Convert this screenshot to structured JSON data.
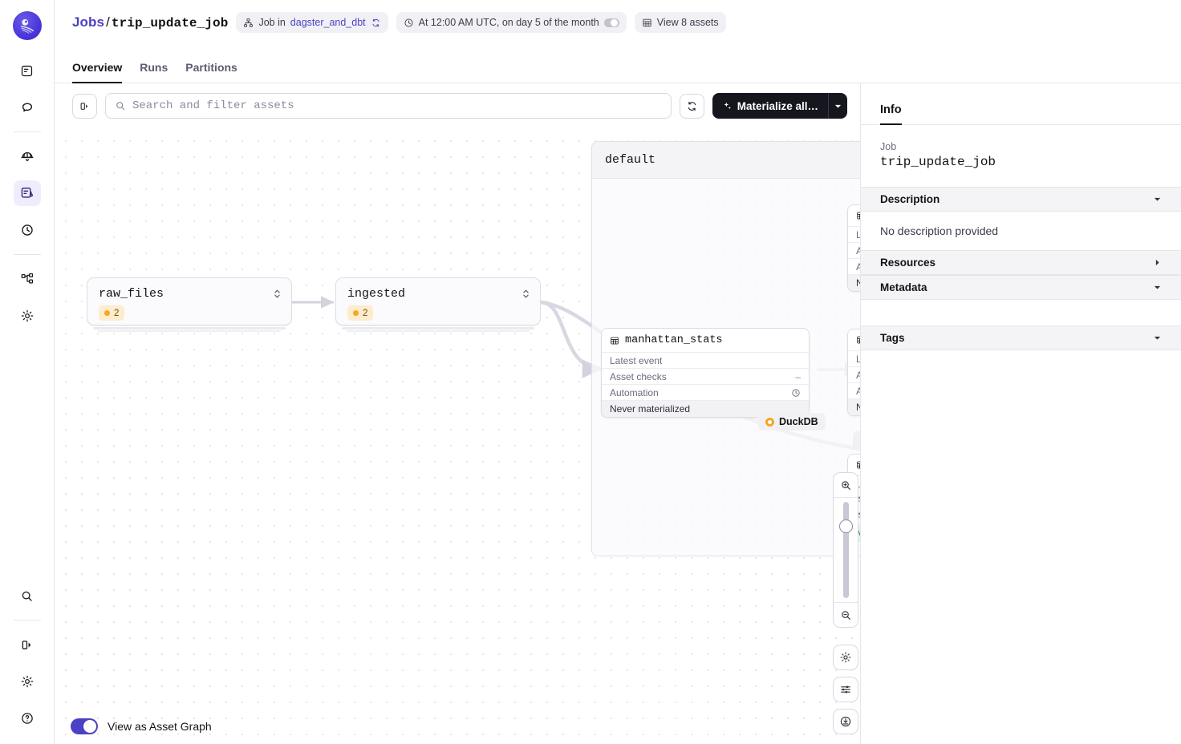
{
  "rail": {
    "logo": "dagster-logo",
    "items": [
      {
        "name": "overview-icon",
        "glyph": "doc"
      },
      {
        "name": "chat-icon",
        "glyph": "chat"
      },
      {
        "name": "deployment-icon",
        "glyph": "globe"
      },
      {
        "name": "jobs-icon",
        "glyph": "job",
        "active": true
      },
      {
        "name": "runs-icon",
        "glyph": "clock"
      },
      {
        "name": "automation-icon",
        "glyph": "graph"
      },
      {
        "name": "settings-icon",
        "glyph": "gear"
      }
    ],
    "bottom": [
      {
        "name": "search-icon",
        "glyph": "search"
      },
      {
        "name": "collapse-sidebar-icon",
        "glyph": "panel"
      },
      {
        "name": "user-settings-icon",
        "glyph": "gear"
      },
      {
        "name": "help-icon",
        "glyph": "help"
      }
    ]
  },
  "header": {
    "breadcrumb_root": "Jobs",
    "breadcrumb_sep": "/",
    "breadcrumb_current": "trip_update_job",
    "chips": [
      {
        "icon": "repository-icon",
        "prefix": "Job in",
        "link": "dagster_and_dbt",
        "trailing_icon": "reload-icon"
      },
      {
        "icon": "clock-icon",
        "label": "At 12:00 AM UTC, on day 5 of the month",
        "toggle": "off"
      },
      {
        "icon": "table-icon",
        "label": "View 8 assets"
      }
    ]
  },
  "tabs": [
    {
      "label": "Overview",
      "active": true
    },
    {
      "label": "Runs",
      "active": false
    },
    {
      "label": "Partitions",
      "active": false
    }
  ],
  "toolbar": {
    "layers_button": "layers-icon",
    "search_placeholder": "Search and filter assets",
    "search_value": "",
    "reload_button": "reload-icon",
    "materialize_label": "Materialize all…",
    "materialize_caret": "chevron-down-icon"
  },
  "graph": {
    "group_label": "default",
    "nodes": [
      {
        "id": "raw_files",
        "name": "raw_files",
        "badge_count": "2",
        "badge_color": "#f5a623"
      },
      {
        "id": "ingested",
        "name": "ingested",
        "badge_count": "2",
        "badge_color": "#f5a623"
      }
    ],
    "detail_node": {
      "name": "manhattan_stats",
      "icon": "table-icon",
      "rows": [
        {
          "label": "Latest event",
          "value": ""
        },
        {
          "label": "Asset checks",
          "value": "–"
        },
        {
          "label": "Automation",
          "value": "clock-icon"
        }
      ],
      "footer": "Never materialized"
    },
    "offscreen_nodes": [
      {
        "rows": [
          "L",
          "A",
          "A"
        ],
        "footer": "N",
        "footer_state": "neutral"
      },
      {
        "rows": [
          "L",
          "A",
          "A"
        ],
        "footer": "N",
        "footer_state": "neutral"
      },
      {
        "rows": [
          "L",
          "A",
          "A"
        ],
        "footer": "M",
        "footer_state": "green"
      }
    ],
    "tags": [
      {
        "label": "DuckDB",
        "icon": "duckdb-icon",
        "color": "#f5a623"
      }
    ],
    "controls": [
      {
        "name": "zoom-in-button",
        "icon": "magnify-plus-icon"
      },
      {
        "name": "zoom-slider",
        "icon": "slider"
      },
      {
        "name": "zoom-out-button",
        "icon": "magnify-minus-icon"
      },
      {
        "name": "graph-settings-button",
        "icon": "gear-icon"
      },
      {
        "name": "graph-filters-button",
        "icon": "sliders-icon"
      },
      {
        "name": "fit-to-view-button",
        "icon": "target-icon"
      }
    ],
    "view_toggle": {
      "label": "View as Asset Graph",
      "state": "on",
      "color": "#4b41c4"
    }
  },
  "info": {
    "tab_label": "Info",
    "job_key": "Job",
    "job_value": "trip_update_job",
    "sections": [
      {
        "title": "Description",
        "caret": "down",
        "body": "No description provided"
      },
      {
        "title": "Resources",
        "caret": "right",
        "body": ""
      },
      {
        "title": "Metadata",
        "caret": "down",
        "body": ""
      },
      {
        "title": "Tags",
        "caret": "down",
        "body": ""
      }
    ]
  }
}
